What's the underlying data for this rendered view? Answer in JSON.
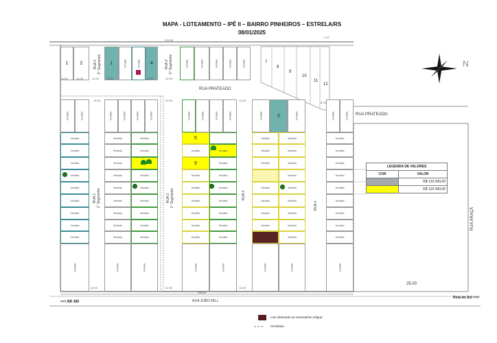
{
  "header": {
    "title": "MAPA - LOTEAMENTO – IPÊ II – BAIRRO PINHEIROS – ESTRELA/RS",
    "date": "08/01/2025"
  },
  "north_lots": [
    "1",
    "2",
    "1",
    "Vendido",
    "Vendido",
    "4",
    "Vendido",
    "Vendido",
    "Vendido",
    "Vendido",
    "Vendido"
  ],
  "triangle_lots": [
    "7",
    "8",
    "9",
    "10",
    "11",
    "12"
  ],
  "streets": {
    "rua1_2": "RUA 1\n2° Segmento",
    "rua2_2": "RUA 2\n2° Segmento",
    "rua1_1": "RUA 1\n1° Segmento",
    "rua2_1": "RUA 2\n1° Segmento",
    "rua3": "RUA 3",
    "rua4": "RUA 4",
    "prateado_1": "RUA PRATEADO",
    "prateado_2": "RUA PRATEADO",
    "araca": "RUA ARAÇÁ",
    "joao_fell": "RUA JOÃO FELL",
    "br386": "<<< BR 386",
    "rota_sol": "Rota do Sol >>>"
  },
  "dimensions": {
    "top_total": "229.50",
    "bottom_total": "258.50",
    "d1": "11.50",
    "d2": "14.00",
    "d3": "14.00",
    "d4": "12.50",
    "d5": "12.50",
    "d6": "22.00",
    "d7": "14.00",
    "d8": "22.00",
    "d9": "14.00",
    "d10": "14.00",
    "d11": "14.00",
    "d12": "22.00",
    "d13": "25.00",
    "d14": "2.57",
    "d15": "11.31"
  },
  "blocks": [
    {
      "id": "A",
      "top": [
        "Vendido",
        "Vendido"
      ],
      "rows": [
        [
          "Vendido"
        ],
        [
          "Vendido"
        ],
        [
          "Vendido"
        ],
        [
          "Vendido"
        ],
        [
          "Vendido"
        ],
        [
          "Vendido"
        ],
        [
          "Vendido"
        ],
        [
          "Vendido"
        ],
        [
          "Vendido"
        ]
      ],
      "bottom": [
        "Vendido"
      ]
    },
    {
      "id": "B",
      "top": [
        "Vendido",
        "Vendido",
        "Vendido",
        "Vendido"
      ],
      "rows": [
        [
          "Vendido",
          "Vendido"
        ],
        [
          "Vendido",
          "Vendido"
        ],
        [
          "Vendido",
          ""
        ],
        [
          "Vendido",
          "Vendido"
        ],
        [
          "Vendido",
          "Vendido"
        ],
        [
          "Vendido",
          "Vendido"
        ],
        [
          "Vendido",
          "Vendido"
        ],
        [
          "Vendido",
          "Vendido"
        ],
        [
          "Vendido",
          "Vendido"
        ]
      ],
      "bottom": [
        "Vendido",
        "Vendido"
      ]
    },
    {
      "id": "C",
      "top": [
        "Vendido",
        "Vendido",
        "Vendido",
        "Vendido"
      ],
      "rows": [
        [
          "5",
          ""
        ],
        [
          "Vendido",
          "Vendido"
        ],
        [
          "9",
          "Vendido"
        ],
        [
          "Vendido",
          "Vendido"
        ],
        [
          "Vendido",
          "Vendido"
        ],
        [
          "Vendido",
          "Vendido"
        ],
        [
          "Vendido",
          "Vendido"
        ],
        [
          "Vendido",
          "Vendido"
        ],
        [
          "Vendido",
          "Vendido"
        ]
      ],
      "bottom": [
        "Vendido",
        "Vendido"
      ]
    },
    {
      "id": "D",
      "top": [
        "Vendido",
        "2",
        "Vendido"
      ],
      "rows": [
        [
          "Vendido",
          "Vendido"
        ],
        [
          "Vendido",
          "Vendido"
        ],
        [
          "Vendido",
          "Vendido"
        ],
        [
          "",
          "Vendido"
        ],
        [
          "Vendido",
          "Vendido"
        ],
        [
          "Vendido",
          "Vendido"
        ],
        [
          "Vendido",
          "Vendido"
        ],
        [
          "Vendido",
          "Vendido"
        ],
        [
          "",
          "Vendido"
        ]
      ],
      "bottom": [
        "Vendido",
        "Vendido"
      ]
    },
    {
      "id": "E",
      "top": [
        "Vendido",
        "Vendido"
      ],
      "rows": [
        [
          "Vendido"
        ],
        [
          "Vendido"
        ],
        [
          "Vendido"
        ],
        [
          "Vendido"
        ],
        [
          "Vendido"
        ],
        [
          "Vendido"
        ],
        [
          "Vendido"
        ],
        [
          "Vendido"
        ],
        [
          "Vendido"
        ]
      ],
      "bottom": [
        "Vendido"
      ]
    }
  ],
  "lot_tiers": [
    {
      "block": "C",
      "row": 0,
      "col": 0,
      "tier": "yellow"
    },
    {
      "block": "C",
      "row": 1,
      "col": 1,
      "tier": "yellow"
    },
    {
      "block": "C",
      "row": 2,
      "col": 0,
      "tier": "yellow"
    },
    {
      "block": "B",
      "row": 2,
      "col": 1,
      "tier": "yellow"
    },
    {
      "block": "D",
      "row": 3,
      "col": 0,
      "tier": "lightyellow"
    },
    {
      "block": "D",
      "row": 8,
      "col": 0,
      "tier": "reservoir"
    }
  ],
  "legend": {
    "title": "LEGENDA DE VALORES",
    "col_color": "COR",
    "col_value": "VALOR",
    "items": [
      {
        "color": "#a7aaad",
        "value": "R$ 132.000,00"
      },
      {
        "color": "#ffff00",
        "value": "R$ 120.000,00"
      }
    ]
  },
  "footer_legend": {
    "reservoir": {
      "color": "#5a1b20",
      "label": "Lote destinado ao reservatório d'água"
    },
    "bike": {
      "symbol": "- - -",
      "label": "Ciclofaixa"
    }
  },
  "compass": {
    "north": "N"
  }
}
